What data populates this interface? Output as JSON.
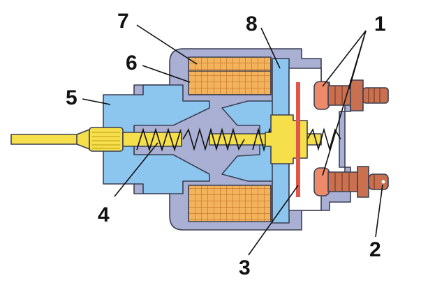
{
  "colors": {
    "housing": "#a9b0d4",
    "iron": "#8cc6ef",
    "winding": "#f3b25c",
    "winding_grid": "#b5631a",
    "brass": "#f5df4a",
    "brass_dark": "#caa71f",
    "terminal": "#c8704f",
    "terminal_cap": "#ec8a6a",
    "contact_plate": "#e2574c",
    "chamber": "#ffffff",
    "outline": "#3a3f52"
  },
  "callouts": [
    {
      "id": "1",
      "label": "1"
    },
    {
      "id": "2",
      "label": "2"
    },
    {
      "id": "3",
      "label": "3"
    },
    {
      "id": "4",
      "label": "4"
    },
    {
      "id": "5",
      "label": "5"
    },
    {
      "id": "6",
      "label": "6"
    },
    {
      "id": "7",
      "label": "7"
    },
    {
      "id": "8",
      "label": "8"
    }
  ]
}
